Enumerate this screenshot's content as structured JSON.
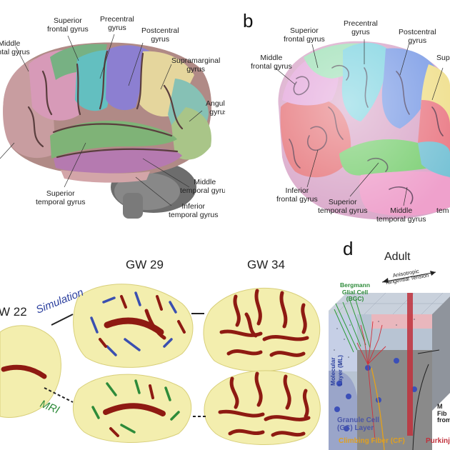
{
  "panel_a": {
    "labels": {
      "superior_frontal": "Superior\nfrontal gyrus",
      "precentral": "Precentral\ngyrus",
      "postcentral": "Postcentral\ngyrus",
      "middle_frontal": "Middle\nfrontal gyrus",
      "supramarginal": "Supramarginal\ngyrus",
      "angular": "Angular\ngyrus",
      "superior_temporal": "Superior\ntemporal gyrus",
      "middle_temporal": "Middle\ntemporal gyrus",
      "inferior_temporal": "Inferior\ntemporal gyrus"
    }
  },
  "panel_b": {
    "letter": "b",
    "labels": {
      "superior_frontal": "Superior\nfrontal gyrus",
      "precentral": "Precentral\ngyrus",
      "postcentral": "Postcentral\ngyrus",
      "middle_frontal": "Middle\nfrontal gyrus",
      "inferior_frontal": "Inferior\nfrontal gyrus",
      "superior_temporal": "Superior\ntemporal gyrus",
      "middle_temporal": "Middle\ntemporal gyrus"
    },
    "cropped_right_top": "Sup",
    "cropped_right_bottom": "tem"
  },
  "panel_c": {
    "stages": [
      "W 22",
      "GW 29",
      "GW 34"
    ],
    "row_simulation": "Simulation",
    "row_mri": "MRI"
  },
  "panel_d": {
    "letter": "d",
    "title": "Adult",
    "tension": "Anisotropic\nTangential Tension",
    "bergmann": "Bergmann\nGlial Cell\n(BGC)",
    "molecular": "Molecular\nLayer (ML)",
    "granule": "Granule Cell\n(GC) Layer",
    "climbing": "Climbing Fiber (CF)",
    "purkinje": "Purkinj",
    "mossy": "M\nFib\nfrom"
  },
  "colors": {
    "accent_blue": "#2b3f9e",
    "accent_green": "#2e8b3a",
    "brain_yellow": "#f3eeae",
    "sulcus_red": "#8e1a12"
  }
}
